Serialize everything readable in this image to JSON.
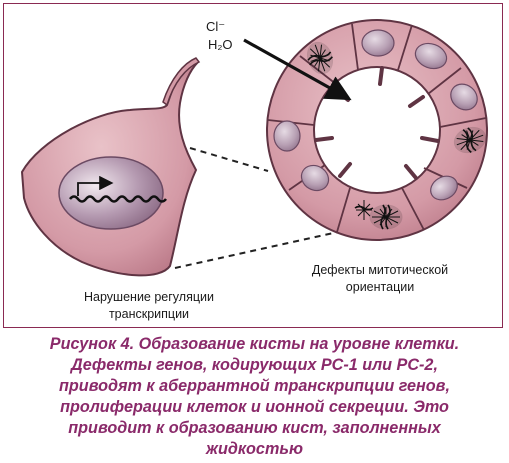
{
  "diagram": {
    "ions": {
      "chloride": "Cl⁻",
      "water": "H₂O"
    },
    "labels": {
      "transcription_line1": "Нарушение регуляции",
      "transcription_line2": "транскрипции",
      "mitotic_line1": "Дефекты митотической",
      "mitotic_line2": "ориентации"
    }
  },
  "caption": {
    "lines": [
      "Рисунок 4. Образование кисты на уровне клетки.",
      "Дефекты генов, кодирующих РС-1 или РС-2,",
      "приводят к аберрантной транскрипции генов,",
      "пролиферации клеток и ионной секреции. Это",
      "приводит к образованию кист, заполненных",
      "жидкостью"
    ]
  },
  "colors": {
    "cell_fill": "#d9a3ad",
    "cell_outline": "#6b3a4a",
    "nucleus_fill": "#b9a2b4",
    "caption_text": "#8a2a6a",
    "frame_border": "#8a2a52"
  }
}
